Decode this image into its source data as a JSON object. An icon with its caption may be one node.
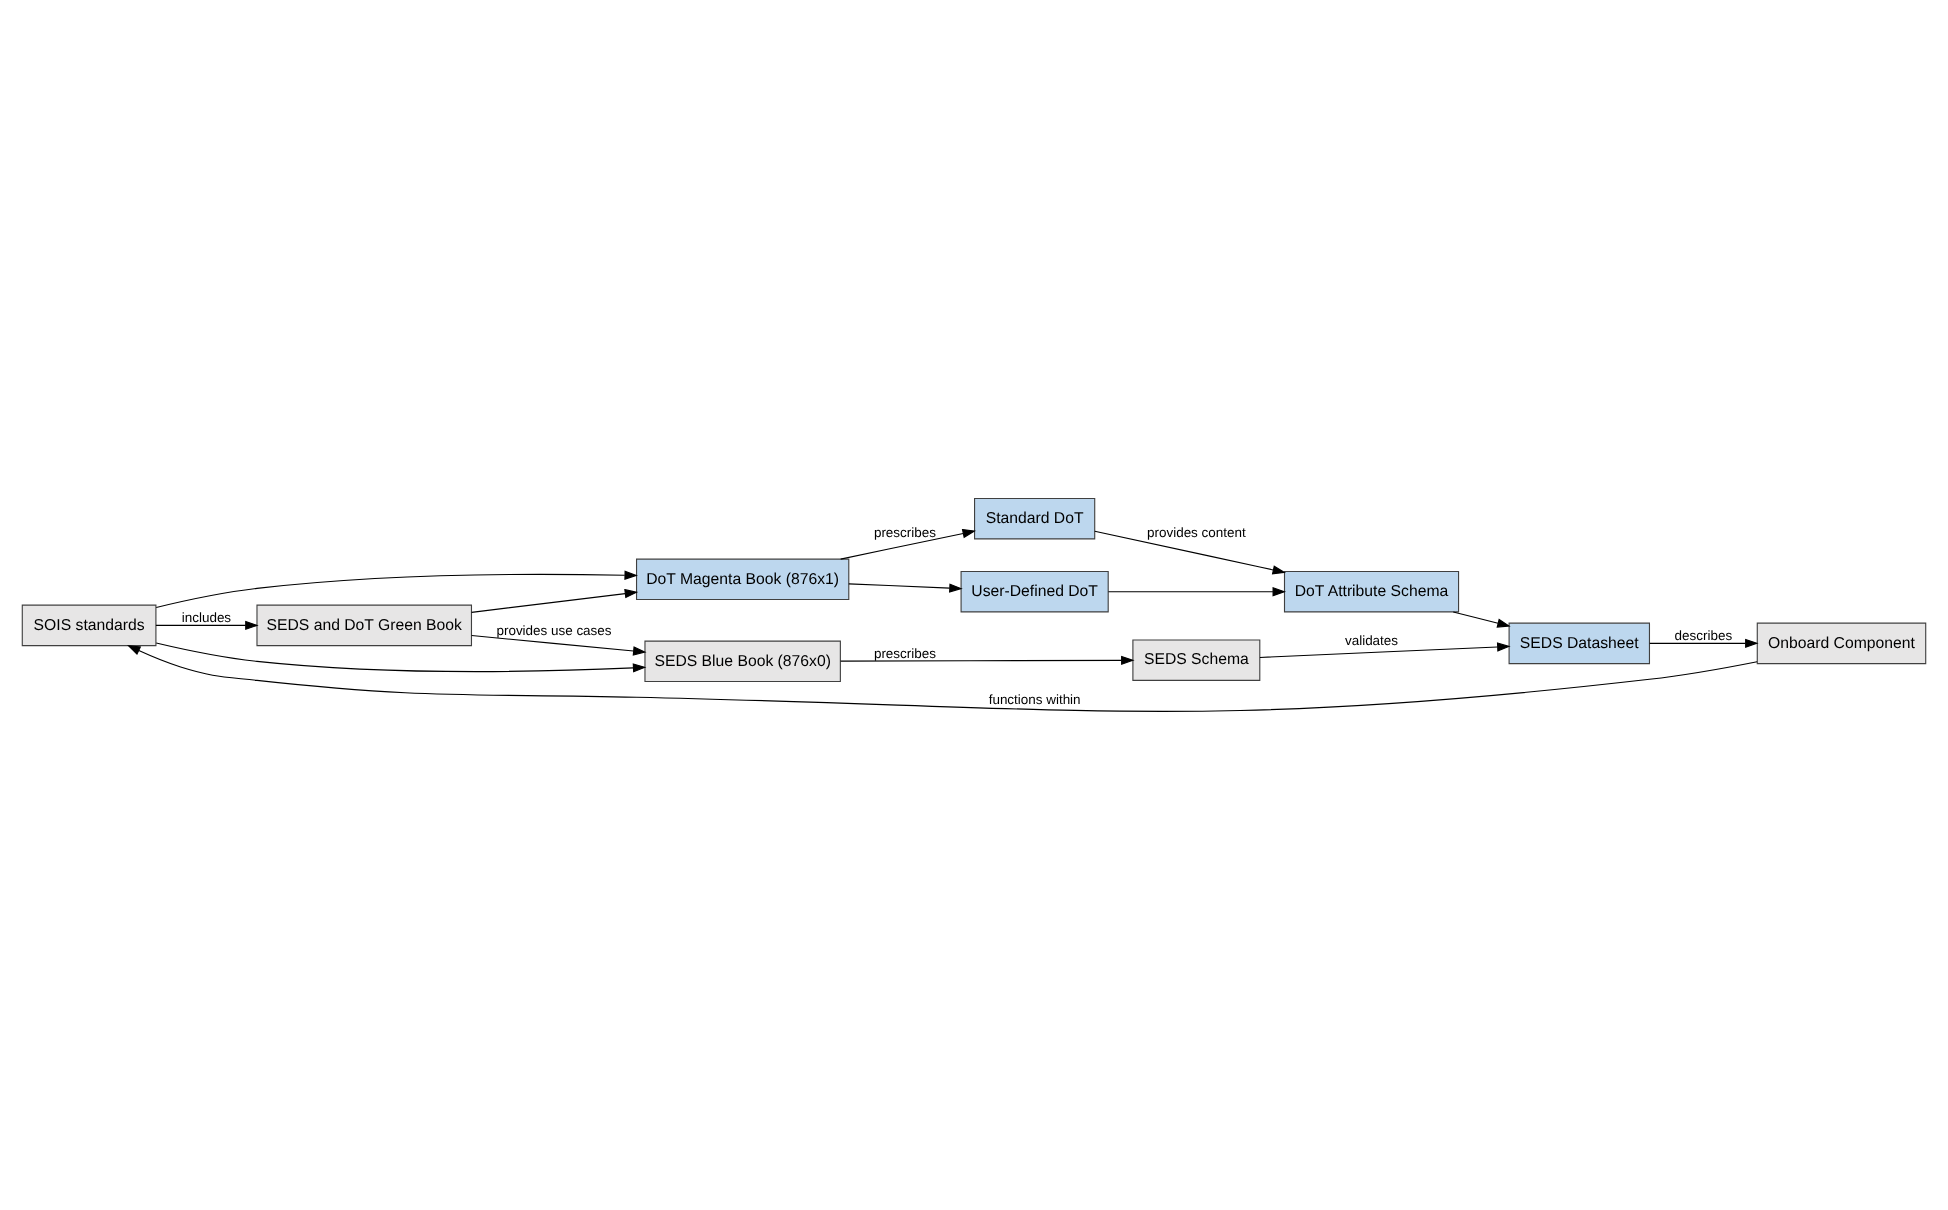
{
  "diagram": {
    "nodes": [
      {
        "text": [
          "SOIS standards"
        ]
      },
      {
        "text": [
          "SEDS and DoT Green Book"
        ]
      },
      {
        "text": [
          "SEDS Blue Book (876x0)"
        ]
      },
      {
        "text": [
          "SEDS Schema"
        ]
      },
      {
        "text": [
          "DoT Magenta Book (876x1)"
        ]
      },
      {
        "text": [
          "Standard DoT"
        ]
      },
      {
        "text": [
          "User-Defined DoT"
        ]
      },
      {
        "text": [
          "DoT Attribute Schema"
        ]
      },
      {
        "text": [
          "SEDS Datasheet"
        ]
      },
      {
        "text": [
          "Onboard Component"
        ]
      }
    ],
    "edges": [
      {
        "from": 0,
        "to": 1,
        "arrow": "to",
        "label": "includes"
      },
      {
        "from": 0,
        "to": 2,
        "arrow": "to"
      },
      {
        "from": 0,
        "to": 4,
        "arrow": "to"
      },
      {
        "from": 1,
        "to": 2,
        "arrow": "to",
        "label": "provides use cases"
      },
      {
        "from": 1,
        "to": 4,
        "arrow": "to"
      },
      {
        "from": 2,
        "to": 3,
        "arrow": "to",
        "label": "prescribes"
      },
      {
        "from": 4,
        "to": 5,
        "arrow": "to",
        "label": "prescribes"
      },
      {
        "from": 4,
        "to": 6,
        "arrow": "to"
      },
      {
        "from": 5,
        "to": 7,
        "arrow": "to",
        "label": "provides content"
      },
      {
        "from": 6,
        "to": 7,
        "arrow": "to"
      },
      {
        "from": 3,
        "to": 8,
        "arrow": "to",
        "label": "validates"
      },
      {
        "from": 7,
        "to": 8,
        "arrow": "to"
      },
      {
        "from": 8,
        "to": 9,
        "arrow": "to",
        "label": "describes"
      },
      {
        "from": 9,
        "to": 0,
        "arrow": "to",
        "label": "functions within"
      }
    ]
  }
}
